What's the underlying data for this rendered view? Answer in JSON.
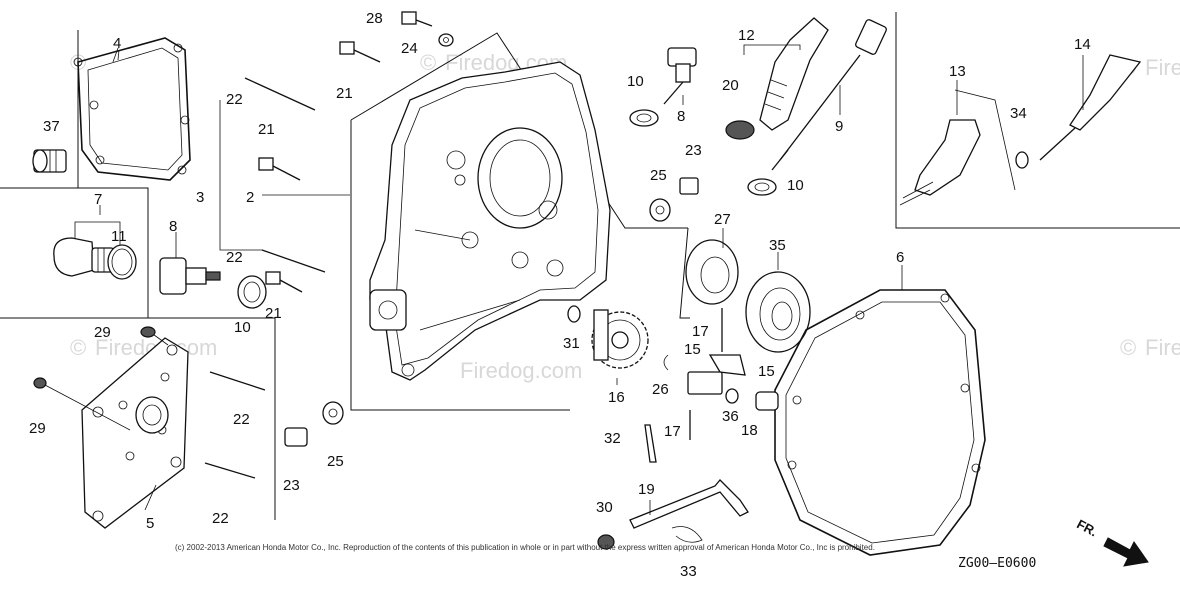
{
  "watermark": {
    "brand": "Firedog.com",
    "mark": "©"
  },
  "copyright": "(c) 2002-2013 American Honda Motor Co., Inc. Reproduction of the contents of this publication in whole or in part without the express written approval of American Honda Motor Co., Inc is prohibited.",
  "diagram_code": "ZG00—E0600",
  "direction_label": "FR.",
  "labels": {
    "p2": "2",
    "p3": "3",
    "p4": "4",
    "p5": "5",
    "p6": "6",
    "p7": "7",
    "p8a": "8",
    "p8b": "8",
    "p9": "9",
    "p10a": "10",
    "p10b": "10",
    "p10c": "10",
    "p11": "11",
    "p12": "12",
    "p13": "13",
    "p14": "14",
    "p15a": "15",
    "p15b": "15",
    "p16": "16",
    "p17a": "17",
    "p17b": "17",
    "p18": "18",
    "p19": "19",
    "p20": "20",
    "p21a": "21",
    "p21b": "21",
    "p21c": "21",
    "p22a": "22",
    "p22b": "22",
    "p22c": "22",
    "p22d": "22",
    "p23a": "23",
    "p23b": "23",
    "p24": "24",
    "p25a": "25",
    "p25b": "25",
    "p26": "26",
    "p27": "27",
    "p28": "28",
    "p29a": "29",
    "p29b": "29",
    "p30": "30",
    "p31": "31",
    "p32": "32",
    "p33": "33",
    "p34": "34",
    "p35": "35",
    "p36": "36",
    "p37": "37"
  }
}
